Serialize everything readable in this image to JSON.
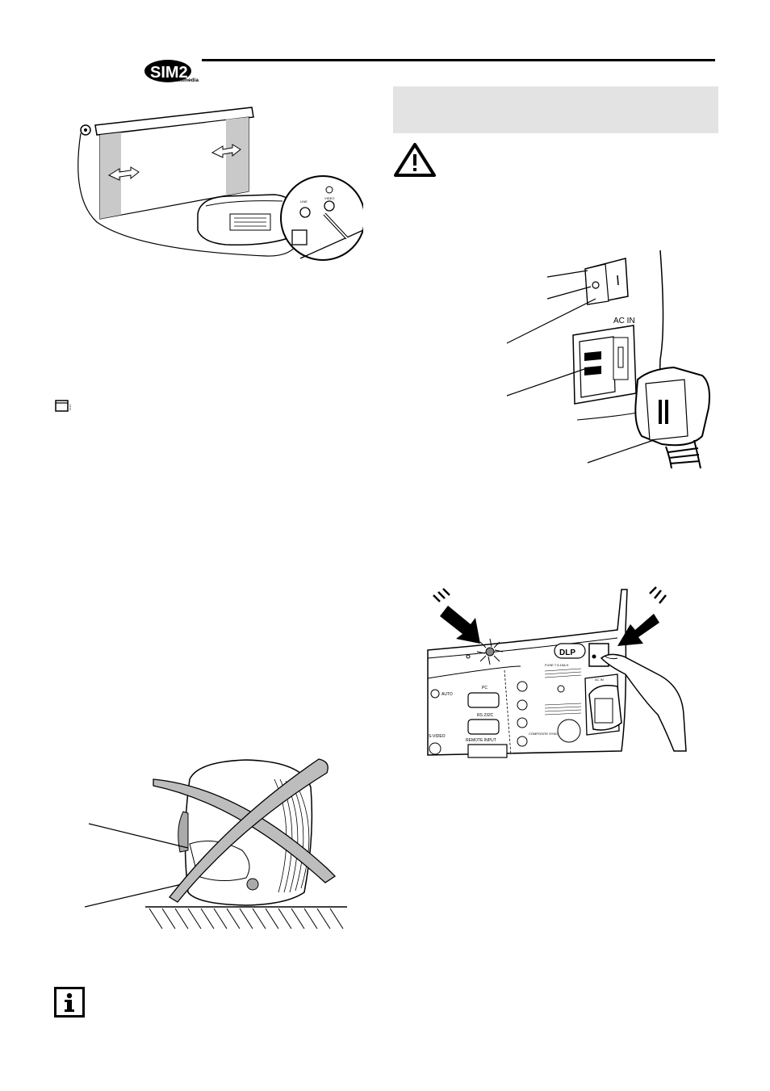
{
  "header": {
    "brand_big": "SIM2",
    "brand_sub": "Multimedia"
  },
  "figure_screen": {
    "jack_labels": [
      "LINE",
      "VIDEO"
    ]
  },
  "figure_power": {
    "socket_label": "AC IN"
  },
  "figure_rear_panel": {
    "logo_text": "DLP",
    "labels": [
      "PC",
      "RS 232C",
      "REMOTE INPUT",
      "S-VIDEO",
      "AUTO",
      "COMPOSITE SYNC",
      "FUSE T 5.15A H",
      "AC IN"
    ]
  },
  "icons": {
    "warning": "warning-triangle-icon",
    "info": "info-icon",
    "note": "note-icon"
  }
}
